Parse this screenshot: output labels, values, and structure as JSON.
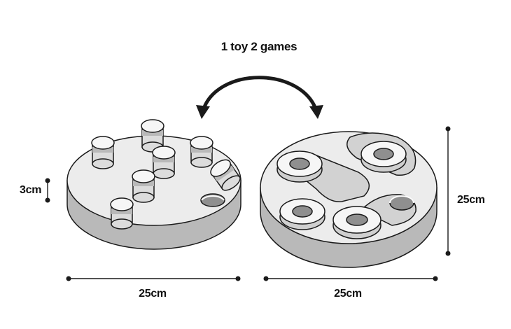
{
  "title": "1 toy 2 games",
  "dimensions": {
    "height_label": "3cm",
    "left_width_label": "25cm",
    "right_width_label": "25cm",
    "right_height_label": "25cm"
  },
  "colors": {
    "outline": "#1a1a1a",
    "top_face": "#ececec",
    "side_face": "#b9b9b9",
    "hole": "#8f8f8f",
    "accent_gray": "#d9d9d9"
  }
}
